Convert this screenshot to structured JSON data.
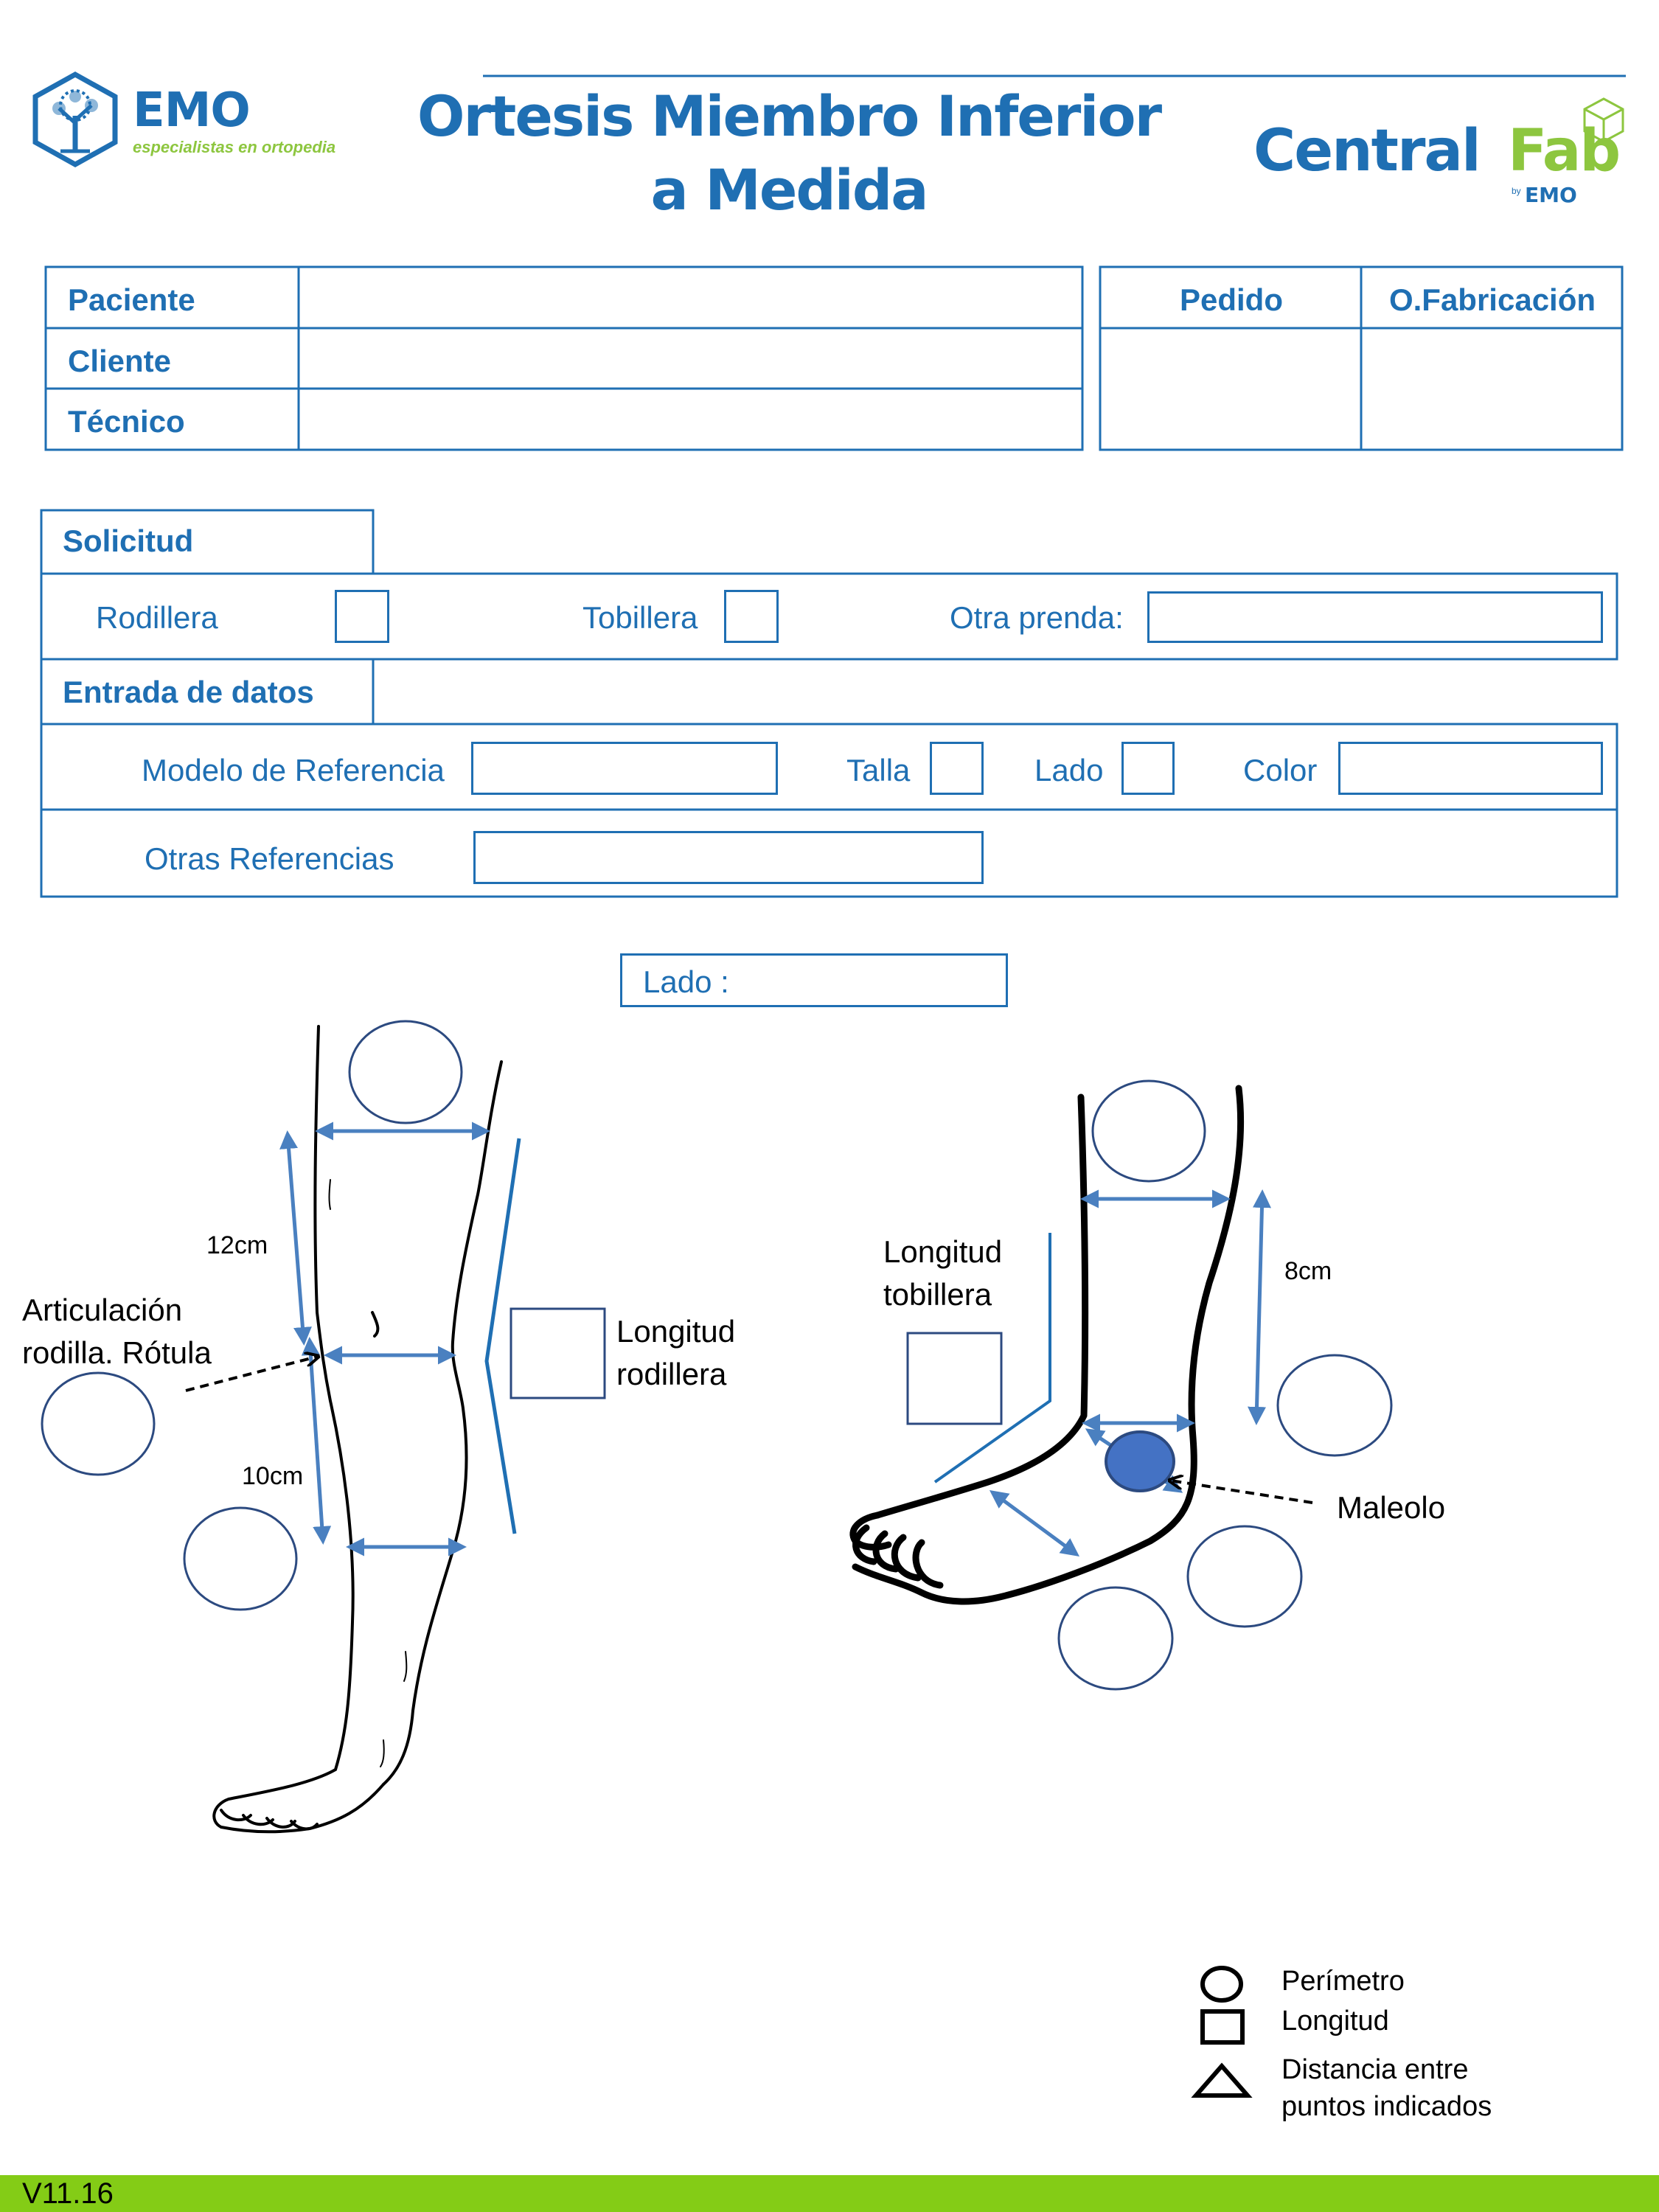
{
  "header": {
    "emo_logo": {
      "name": "EMO",
      "tagline": "especialistas en ortopedia"
    },
    "title_line1": "Ortesis Miembro Inferior",
    "title_line2": "a Medida",
    "centralfab_logo": {
      "part1": "Central",
      "part2": "Fab",
      "by": "by",
      "emo": "EMO"
    }
  },
  "patient_table": {
    "rows": [
      {
        "label": "Paciente",
        "value": ""
      },
      {
        "label": "Cliente",
        "value": ""
      },
      {
        "label": "Técnico",
        "value": ""
      }
    ],
    "order_headers": [
      "Pedido",
      "O.Fabricación"
    ],
    "order_values": [
      "",
      ""
    ]
  },
  "solicitud": {
    "section_title": "Solicitud",
    "rodillera_label": "Rodillera",
    "tobillera_label": "Tobillera",
    "otra_prenda_label": "Otra prenda:",
    "otra_prenda_value": ""
  },
  "entrada": {
    "section_title": "Entrada de datos",
    "modelo_label": "Modelo de Referencia",
    "modelo_value": "",
    "talla_label": "Talla",
    "lado_label": "Lado",
    "color_label": "Color",
    "color_value": "",
    "otras_label": "Otras Referencias",
    "otras_value": ""
  },
  "lado_field": {
    "label": "Lado :",
    "value": ""
  },
  "knee_diagram": {
    "dist_upper": "12cm",
    "dist_lower": "10cm",
    "articulacion_line1": "Articulación",
    "articulacion_line2": "rodilla. Rótula",
    "longitud_line1": "Longitud",
    "longitud_line2": "rodillera"
  },
  "ankle_diagram": {
    "longitud_line1": "Longitud",
    "longitud_line2": "tobillera",
    "dist": "8cm",
    "maleolo": "Maleolo"
  },
  "legend": {
    "perimetro": "Perímetro",
    "longitud": "Longitud",
    "distancia_line1": "Distancia entre",
    "distancia_line2": "puntos indicados"
  },
  "footer": {
    "version": "V11.16",
    "bar_color": "#84cc16"
  },
  "colors": {
    "brand_blue": "#1f6fb3",
    "accent_green": "#8dc63f",
    "malleolus_fill": "#4472c4"
  }
}
